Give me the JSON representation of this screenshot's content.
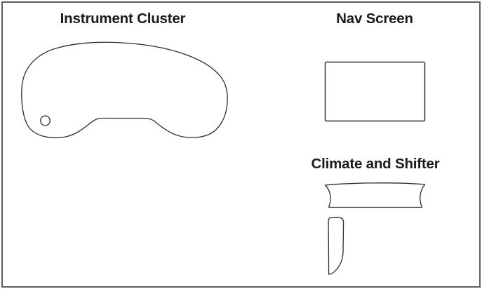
{
  "window": {
    "background": "#ffffff",
    "border_color": "#5f5f5f"
  },
  "diagram": {
    "outline_color": "#2d2d2d",
    "sections": [
      {
        "id": "instrument-cluster",
        "label": "Instrument Cluster",
        "shape": "kidney-outline-with-hole"
      },
      {
        "id": "nav-screen",
        "label": "Nav Screen",
        "shape": "rectangle-outline"
      },
      {
        "id": "climate-shifter",
        "label": "Climate and Shifter",
        "shape": "concave-strip-and-blade-outline"
      }
    ]
  }
}
